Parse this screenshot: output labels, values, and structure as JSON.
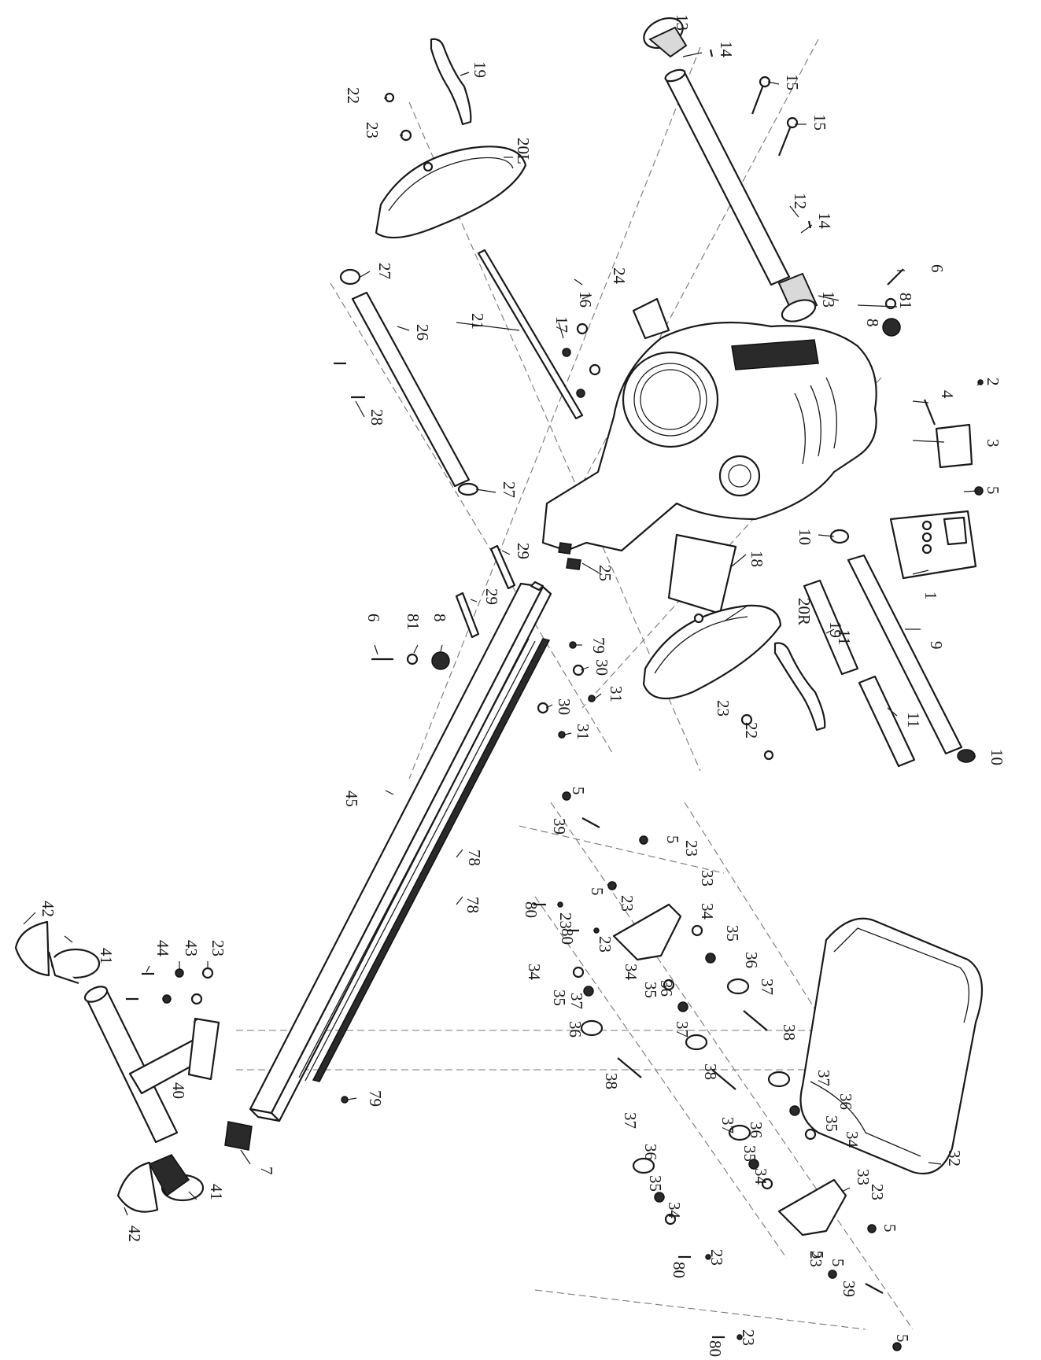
{
  "callouts": [
    {
      "id": "c1",
      "text": "1"
    },
    {
      "id": "c2",
      "text": "2"
    },
    {
      "id": "c3",
      "text": "3"
    },
    {
      "id": "c4",
      "text": "4"
    },
    {
      "id": "c5a",
      "text": "5"
    },
    {
      "id": "c6a",
      "text": "6"
    },
    {
      "id": "c6b",
      "text": "6"
    },
    {
      "id": "c7",
      "text": "7"
    },
    {
      "id": "c8a",
      "text": "8"
    },
    {
      "id": "c8b",
      "text": "8"
    },
    {
      "id": "c9",
      "text": "9"
    },
    {
      "id": "c10a",
      "text": "10"
    },
    {
      "id": "c10b",
      "text": "10"
    },
    {
      "id": "c11a",
      "text": "11"
    },
    {
      "id": "c11b",
      "text": "11"
    },
    {
      "id": "c12",
      "text": "12"
    },
    {
      "id": "c13a",
      "text": "13"
    },
    {
      "id": "c13b",
      "text": "13"
    },
    {
      "id": "c14a",
      "text": "14"
    },
    {
      "id": "c14b",
      "text": "14"
    },
    {
      "id": "c15a",
      "text": "15"
    },
    {
      "id": "c15b",
      "text": "15"
    },
    {
      "id": "c16",
      "text": "16"
    },
    {
      "id": "c17",
      "text": "17"
    },
    {
      "id": "c18",
      "text": "18"
    },
    {
      "id": "c19a",
      "text": "19"
    },
    {
      "id": "c19b",
      "text": "19"
    },
    {
      "id": "c20L",
      "text": "20L"
    },
    {
      "id": "c20R",
      "text": "20R"
    },
    {
      "id": "c21",
      "text": "21"
    },
    {
      "id": "c22a",
      "text": "22"
    },
    {
      "id": "c22b",
      "text": "22"
    },
    {
      "id": "c23a",
      "text": "23"
    },
    {
      "id": "c23b",
      "text": "23"
    },
    {
      "id": "c23c",
      "text": "23"
    },
    {
      "id": "c23d",
      "text": "23"
    },
    {
      "id": "c23e",
      "text": "23"
    },
    {
      "id": "c23f",
      "text": "23"
    },
    {
      "id": "c23g",
      "text": "23"
    },
    {
      "id": "c23h",
      "text": "23"
    },
    {
      "id": "c23i",
      "text": "23"
    },
    {
      "id": "c23j",
      "text": "23"
    },
    {
      "id": "c23k",
      "text": "23"
    },
    {
      "id": "c24",
      "text": "24"
    },
    {
      "id": "c25",
      "text": "25"
    },
    {
      "id": "c26",
      "text": "26"
    },
    {
      "id": "c27a",
      "text": "27"
    },
    {
      "id": "c27b",
      "text": "27"
    },
    {
      "id": "c28",
      "text": "28"
    },
    {
      "id": "c29a",
      "text": "29"
    },
    {
      "id": "c29b",
      "text": "29"
    },
    {
      "id": "c30a",
      "text": "30"
    },
    {
      "id": "c30b",
      "text": "30"
    },
    {
      "id": "c31a",
      "text": "31"
    },
    {
      "id": "c31b",
      "text": "31"
    },
    {
      "id": "c32",
      "text": "32"
    },
    {
      "id": "c33a",
      "text": "33"
    },
    {
      "id": "c33b",
      "text": "33"
    },
    {
      "id": "c34a",
      "text": "34"
    },
    {
      "id": "c34b",
      "text": "34"
    },
    {
      "id": "c34c",
      "text": "34"
    },
    {
      "id": "c34d",
      "text": "34"
    },
    {
      "id": "c34e",
      "text": "34"
    },
    {
      "id": "c34f",
      "text": "34"
    },
    {
      "id": "c35a",
      "text": "35"
    },
    {
      "id": "c35b",
      "text": "35"
    },
    {
      "id": "c35c",
      "text": "35"
    },
    {
      "id": "c35d",
      "text": "35"
    },
    {
      "id": "c35e",
      "text": "35"
    },
    {
      "id": "c35f",
      "text": "35"
    },
    {
      "id": "c36a",
      "text": "36"
    },
    {
      "id": "c36b",
      "text": "36"
    },
    {
      "id": "c36c",
      "text": "36"
    },
    {
      "id": "c36d",
      "text": "36"
    },
    {
      "id": "c36e",
      "text": "36"
    },
    {
      "id": "c36f",
      "text": "36"
    },
    {
      "id": "c37a",
      "text": "37"
    },
    {
      "id": "c37b",
      "text": "37"
    },
    {
      "id": "c37c",
      "text": "37"
    },
    {
      "id": "c37d",
      "text": "37"
    },
    {
      "id": "c37e",
      "text": "37"
    },
    {
      "id": "c37f",
      "text": "37"
    },
    {
      "id": "c38a",
      "text": "38"
    },
    {
      "id": "c38b",
      "text": "38"
    },
    {
      "id": "c38c",
      "text": "38"
    },
    {
      "id": "c39a",
      "text": "39"
    },
    {
      "id": "c39b",
      "text": "39"
    },
    {
      "id": "c40",
      "text": "40"
    },
    {
      "id": "c41a",
      "text": "41"
    },
    {
      "id": "c41b",
      "text": "41"
    },
    {
      "id": "c42a",
      "text": "42"
    },
    {
      "id": "c42b",
      "text": "42"
    },
    {
      "id": "c43",
      "text": "43"
    },
    {
      "id": "c44",
      "text": "44"
    },
    {
      "id": "c45",
      "text": "45"
    },
    {
      "id": "c5b",
      "text": "5"
    },
    {
      "id": "c5c",
      "text": "5"
    },
    {
      "id": "c5d",
      "text": "5"
    },
    {
      "id": "c5e",
      "text": "5"
    },
    {
      "id": "c5f",
      "text": "5"
    },
    {
      "id": "c5g",
      "text": "5"
    },
    {
      "id": "c5h",
      "text": "5"
    },
    {
      "id": "c78a",
      "text": "78"
    },
    {
      "id": "c78b",
      "text": "78"
    },
    {
      "id": "c79a",
      "text": "79"
    },
    {
      "id": "c79b",
      "text": "79"
    },
    {
      "id": "c80a",
      "text": "80"
    },
    {
      "id": "c80b",
      "text": "80"
    },
    {
      "id": "c80c",
      "text": "80"
    },
    {
      "id": "c80d",
      "text": "80"
    },
    {
      "id": "c81a",
      "text": "81"
    },
    {
      "id": "c81b",
      "text": "81"
    }
  ]
}
